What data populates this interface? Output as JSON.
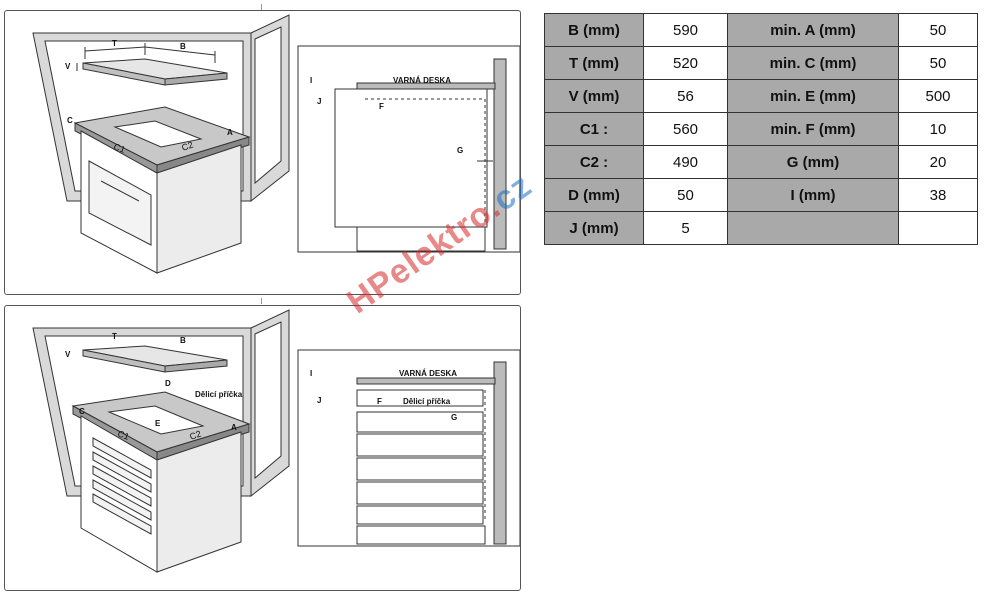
{
  "top_panel": {
    "labels": {
      "t": "T",
      "b": "B",
      "v": "V",
      "c": "C",
      "a": "A",
      "c1": "C1",
      "c2": "C2",
      "i": "I",
      "j": "J",
      "f": "F",
      "g": "G",
      "hob": "VARNÁ DESKA"
    }
  },
  "bottom_panel": {
    "labels": {
      "t": "T",
      "b": "B",
      "v": "V",
      "c": "C",
      "a": "A",
      "c1": "C1",
      "c2": "C2",
      "d": "D",
      "e": "E",
      "divider": "Dělicí příčka",
      "i": "I",
      "j": "J",
      "f": "F",
      "g": "G",
      "hob": "VARNÁ DESKA",
      "divider_side": "Dělicí příčka"
    }
  },
  "spec_table": {
    "rows": [
      {
        "k1": "B (mm)",
        "v1": "590",
        "k2": "min. A (mm)",
        "v2": "50"
      },
      {
        "k1": "T (mm)",
        "v1": "520",
        "k2": "min. C (mm)",
        "v2": "50"
      },
      {
        "k1": "V (mm)",
        "v1": "56",
        "k2": "min. E (mm)",
        "v2": "500"
      },
      {
        "k1": "C1 :",
        "v1": "560",
        "k2": "min. F (mm)",
        "v2": "10"
      },
      {
        "k1": "C2 :",
        "v1": "490",
        "k2": "G (mm)",
        "v2": "20"
      },
      {
        "k1": "D (mm)",
        "v1": "50",
        "k2": "I (mm)",
        "v2": "38"
      },
      {
        "k1": "J (mm)",
        "v1": "5",
        "k2": "",
        "v2": ""
      }
    ]
  },
  "watermark": {
    "text": "HPelektro.",
    "tld": "cz"
  },
  "colors": {
    "header_bg": "#a9a9a9",
    "watermark_red": "#d62828",
    "watermark_blue": "#1e6fbf"
  }
}
